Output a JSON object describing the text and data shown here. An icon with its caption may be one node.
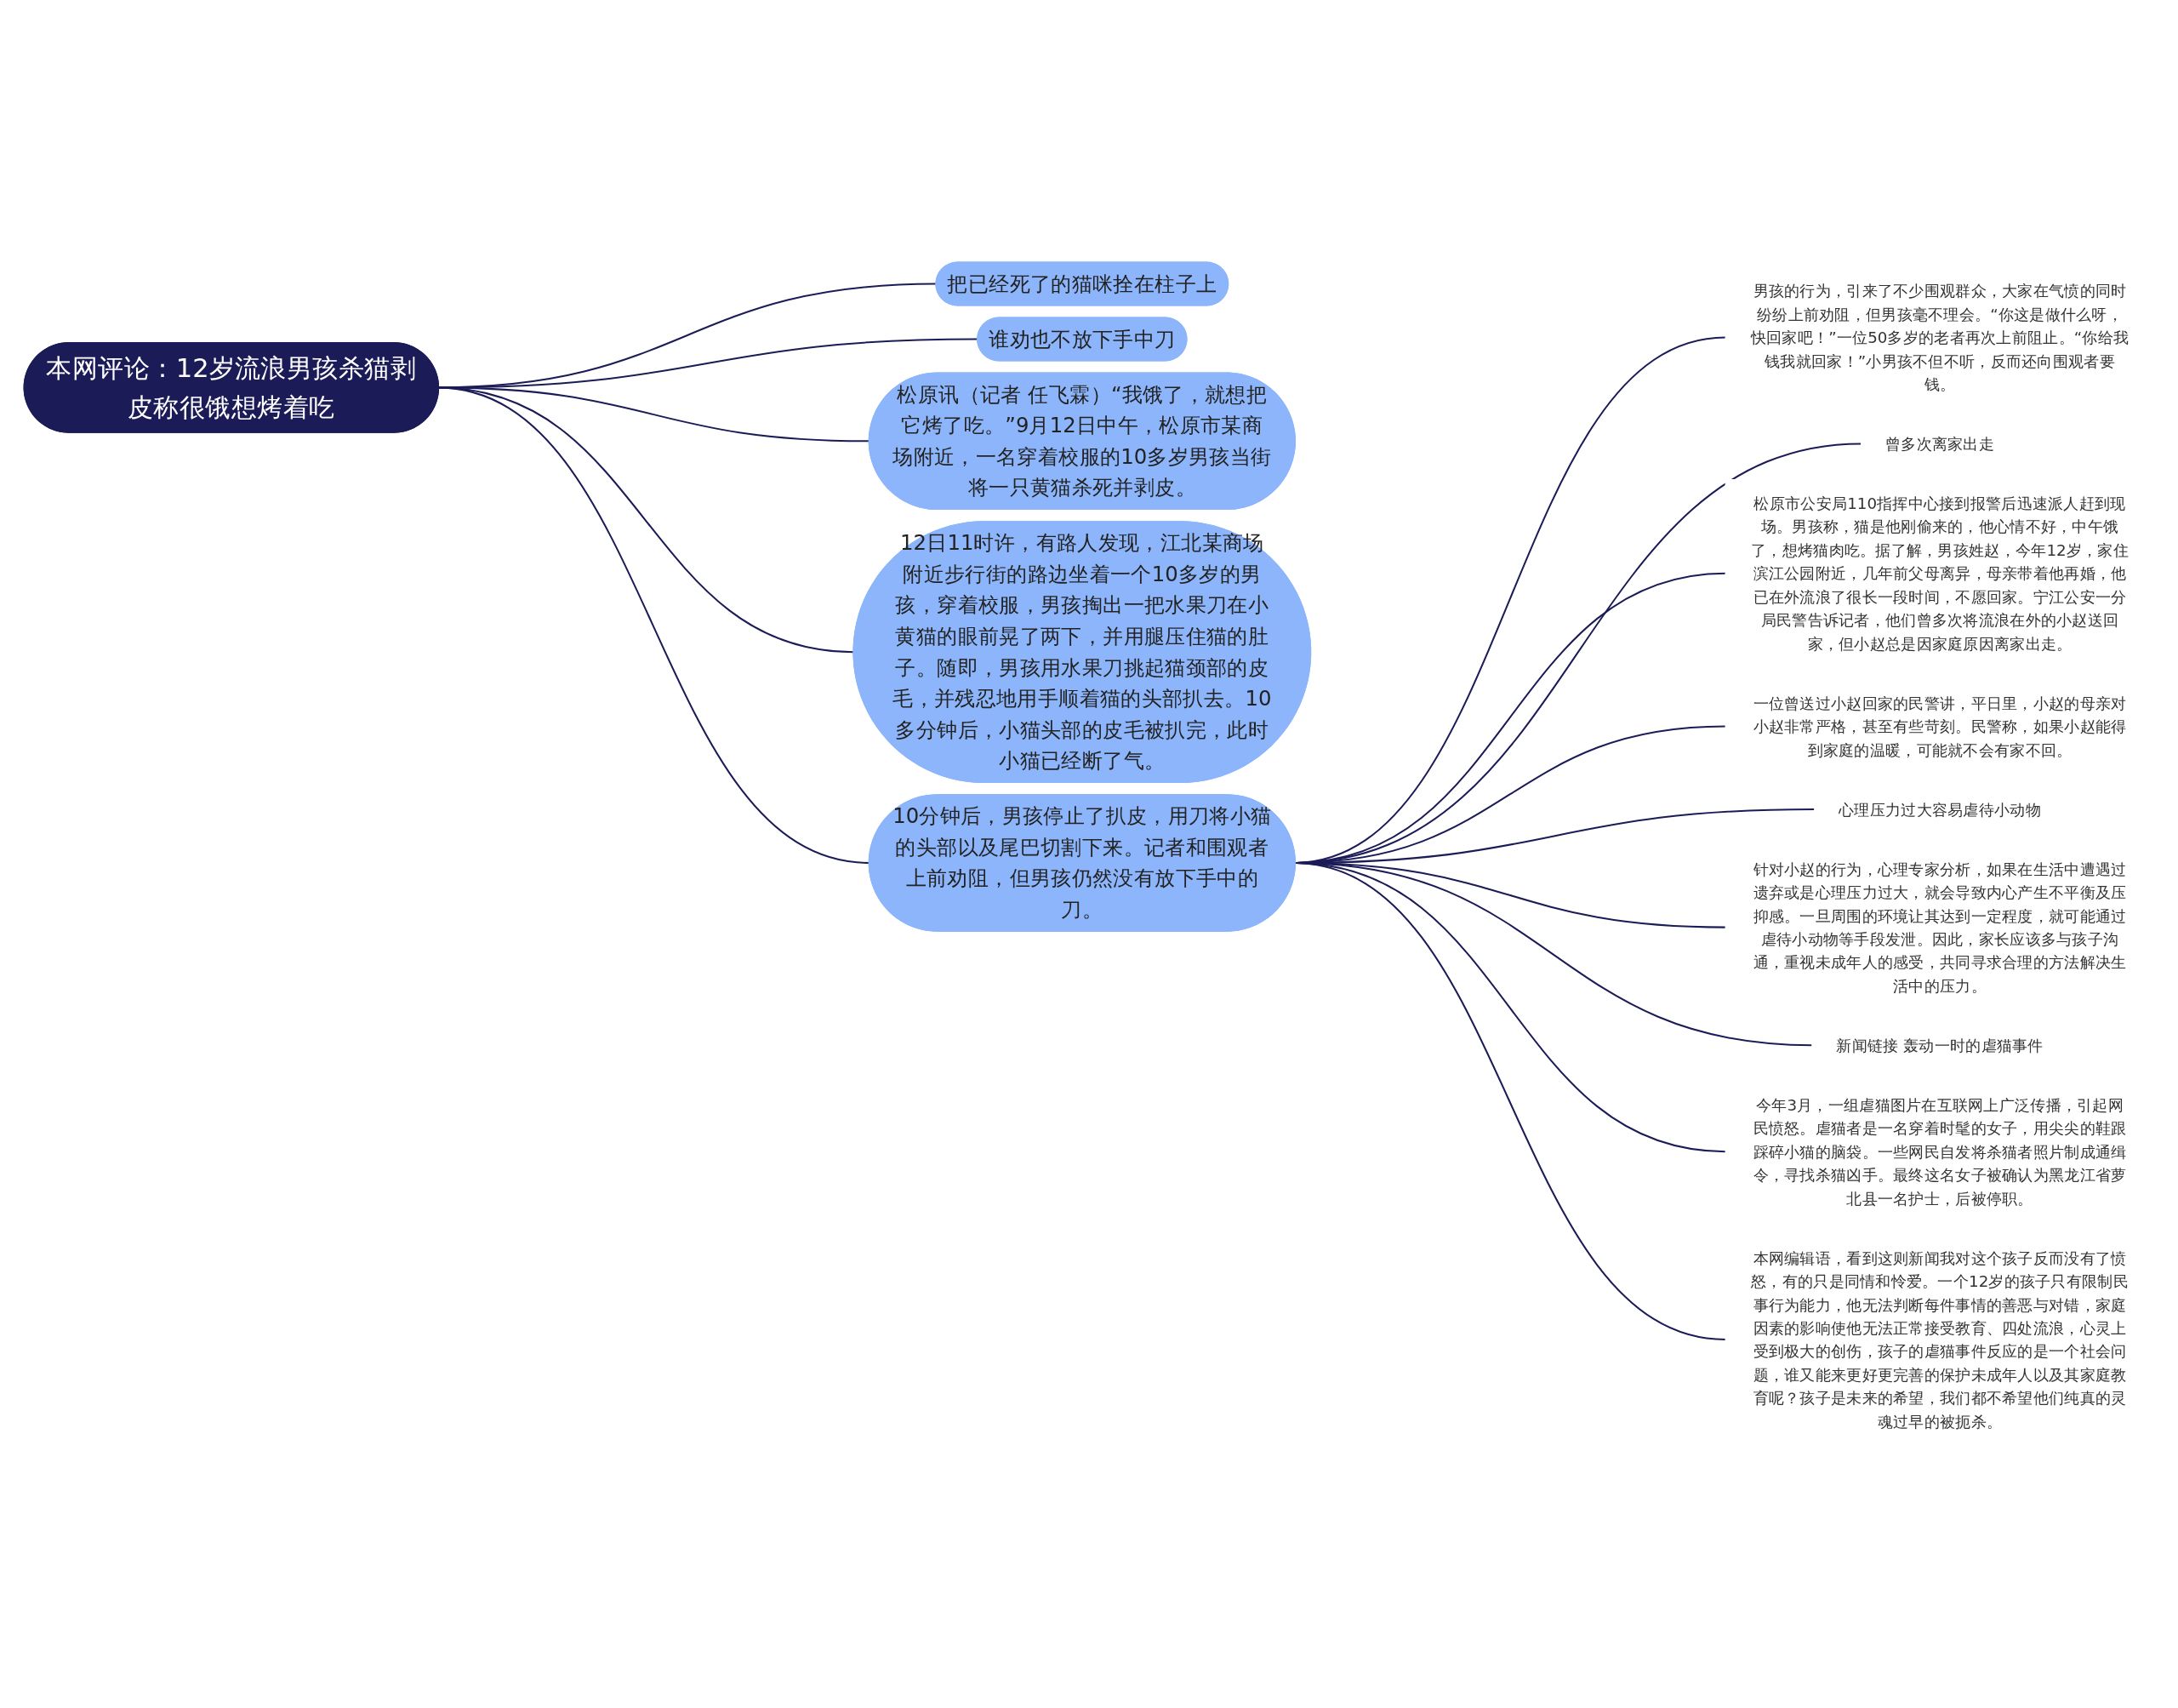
{
  "diagram": {
    "nodes": [
      {
        "text": [
          "本网评论：12岁流浪男孩杀猫剥皮称很饿想烤着吃"
        ]
      },
      {
        "text": [
          "把已经死了的猫咪拴在柱子上"
        ]
      },
      {
        "text": [
          "谁劝也不放下手中刀"
        ]
      },
      {
        "text": [
          "松原讯（记者 任飞霖）“我饿了，就想把它烤了吃。”9月12日中午，松原市某商场附近，一名穿着校服的10多岁男孩当街将一只黄猫杀死并剥皮。"
        ]
      },
      {
        "text": [
          "12日11时许，有路人发现，江北某商场附近步行街的路边坐着一个10多岁的男孩，穿着校服，男孩掏出一把水果刀在小黄猫的眼前晃了两下，并用腿压住猫的肚子。随即，男孩用水果刀挑起猫颈部的皮毛，并残忍地用手顺着猫的头部扒去。10多分钟后，小猫头部的皮毛被扒完，此时小猫已经断了气。"
        ]
      },
      {
        "text": [
          "10分钟后，男孩停止了扒皮，用刀将小猫的头部以及尾巴切割下来。记者和围观者上前劝阻，但男孩仍然没有放下手中的刀。"
        ]
      },
      {
        "text": [
          "男孩的行为，引来了不少围观群众，大家在气愤的同时纷纷上前劝阻，但男孩毫不理会。“你这是做什么呀，快回家吧！”一位50多岁的老者再次上前阻止。“你给我钱我就回家！”小男孩不但不听，反而还向围观者要钱。"
        ]
      },
      {
        "text": [
          "曾多次离家出走"
        ]
      },
      {
        "text": [
          "松原市公安局110指挥中心接到报警后迅速派人赶到现场。男孩称，猫是他刚偷来的，他心情不好，中午饿了，想烤猫肉吃。据了解，男孩姓赵，今年12岁，家住滨江公园附近，几年前父母离异，母亲带着他再婚，他已在外流浪了很长一段时间，不愿回家。宁江公安一分局民警告诉记者，他们曾多次将流浪在外的小赵送回家，但小赵总是因家庭原因离家出走。"
        ]
      },
      {
        "text": [
          "一位曾送过小赵回家的民警讲，平日里，小赵的母亲对小赵非常严格，甚至有些苛刻。民警称，如果小赵能得到家庭的温暖，可能就不会有家不回。"
        ]
      },
      {
        "text": [
          "心理压力过大容易虐待小动物"
        ]
      },
      {
        "text": [
          "针对小赵的行为，心理专家分析，如果在生活中遭遇过遗弃或是心理压力过大，就会导致内心产生不平衡及压抑感。一旦周围的环境让其达到一定程度，就可能通过虐待小动物等手段发泄。因此，家长应该多与孩子沟通，重视未成年人的感受，共同寻求合理的方法解决生活中的压力。"
        ]
      },
      {
        "text": [
          "新闻链接 轰动一时的虐猫事件"
        ]
      },
      {
        "text": [
          "今年3月，一组虐猫图片在互联网上广泛传播，引起网民愤怒。虐猫者是一名穿着时髦的女子，用尖尖的鞋跟踩碎小猫的脑袋。一些网民自发将杀猫者照片制成通缉令，寻找杀猫凶手。最终这名女子被确认为黑龙江省萝北县一名护士，后被停职。"
        ]
      },
      {
        "text": [
          "本网编辑语，看到这则新闻我对这个孩子反而没有了愤怒，有的只是同情和怜爱。一个12岁的孩子只有限制民事行为能力，他无法判断每件事情的善恶与对错，家庭因素的影响使他无法正常接受教育、四处流浪，心灵上受到极大的创伤，孩子的虐猫事件反应的是一个社会问题，谁又能来更好更完善的保护未成年人以及其家庭教育呢？孩子是未来的希望，我们都不希望他们纯真的灵魂过早的被扼杀。"
        ]
      }
    ],
    "edges": [
      {
        "from": 0,
        "to": 1,
        "arrow": "none"
      },
      {
        "from": 0,
        "to": 2,
        "arrow": "none"
      },
      {
        "from": 0,
        "to": 3,
        "arrow": "none"
      },
      {
        "from": 0,
        "to": 4,
        "arrow": "none"
      },
      {
        "from": 0,
        "to": 5,
        "arrow": "none"
      },
      {
        "from": 5,
        "to": 6,
        "arrow": "none"
      },
      {
        "from": 5,
        "to": 7,
        "arrow": "none"
      },
      {
        "from": 5,
        "to": 8,
        "arrow": "none"
      },
      {
        "from": 5,
        "to": 9,
        "arrow": "none"
      },
      {
        "from": 5,
        "to": 10,
        "arrow": "none"
      },
      {
        "from": 5,
        "to": 11,
        "arrow": "none"
      },
      {
        "from": 5,
        "to": 12,
        "arrow": "none"
      },
      {
        "from": 5,
        "to": 13,
        "arrow": "none"
      },
      {
        "from": 5,
        "to": 14,
        "arrow": "none"
      }
    ]
  }
}
